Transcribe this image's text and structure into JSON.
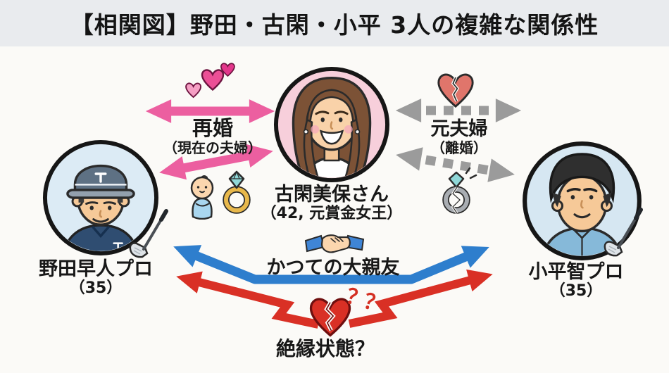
{
  "title": "【相関図】野田・古閑・小平 3人の複雑な関係性",
  "people": {
    "koga": {
      "name": "古閑美保さん",
      "meta": "（42, 元賞金女王）"
    },
    "noda": {
      "name": "野田早人プロ",
      "meta": "（35）"
    },
    "kodaira": {
      "name": "小平智プロ",
      "meta": "（35）"
    }
  },
  "relations": {
    "remarriage": {
      "label": "再婚",
      "sublabel": "（現在の夫婦）",
      "color": "#ec5fa0"
    },
    "ex_couple": {
      "label": "元夫婦",
      "sublabel": "（離婚）",
      "color": "#9b9b9b"
    },
    "best_friends": {
      "label": "かつての大親友",
      "color": "#2e7ecd"
    },
    "estranged": {
      "label": "絶縁状態？",
      "marks": "？？",
      "color": "#d93025"
    }
  },
  "icons": {
    "hearts": "hearts-icon",
    "baby": "baby-icon",
    "wedding_ring": "diamond-ring-icon",
    "broken_heart_gray": "broken-heart-icon",
    "broken_ring": "broken-ring-icon",
    "handshake": "handshake-icon",
    "broken_heart_red": "broken-heart-icon",
    "golf_club_left": "golf-club-icon",
    "golf_club_right": "golf-club-icon"
  },
  "colors": {
    "titlebar_bg": "#e9ebee",
    "background": "#fbfaf7",
    "pink": "#ec5fa0",
    "gray": "#9b9b9b",
    "blue": "#2e7ecd",
    "red": "#d93025",
    "text": "#181818"
  }
}
